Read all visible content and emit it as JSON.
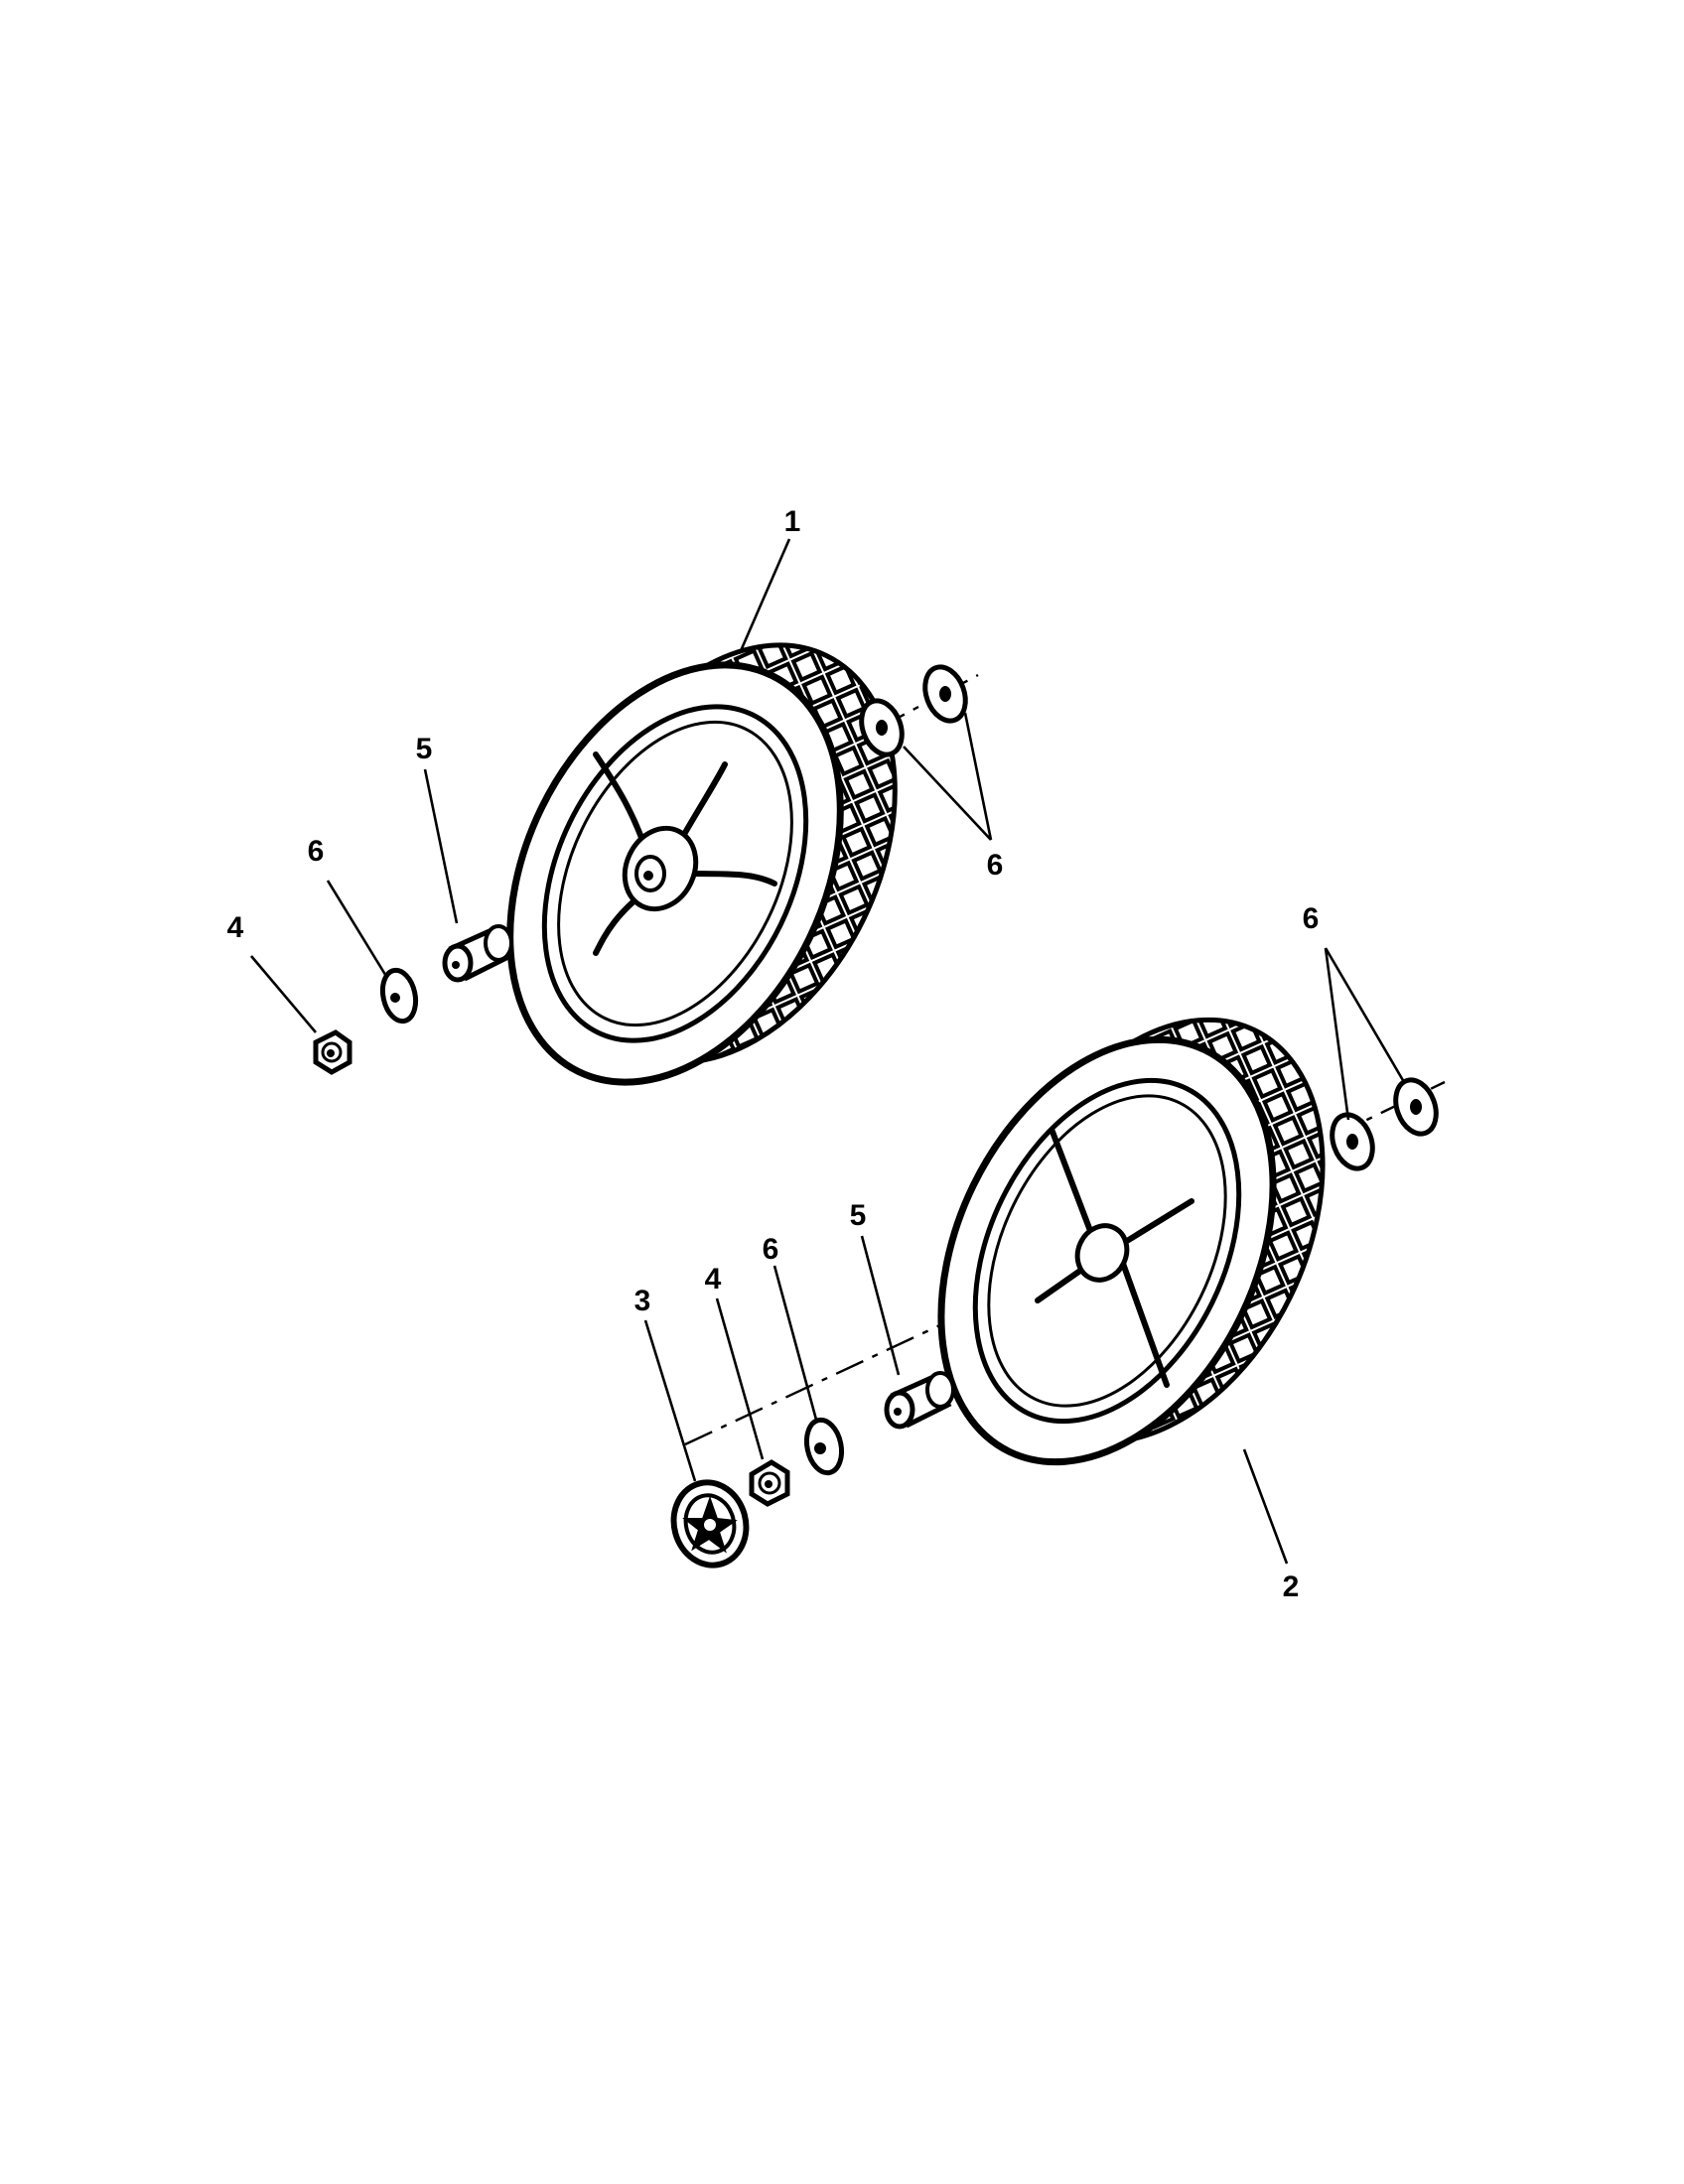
{
  "diagram": {
    "type": "exploded-parts-diagram",
    "ink_color": "#000000",
    "background_color": "#ffffff",
    "callouts": [
      {
        "id": "c1",
        "label": "1"
      },
      {
        "id": "c2",
        "label": "2"
      },
      {
        "id": "c3",
        "label": "3"
      },
      {
        "id": "c4a",
        "label": "4"
      },
      {
        "id": "c4b",
        "label": "4"
      },
      {
        "id": "c5a",
        "label": "5"
      },
      {
        "id": "c5b",
        "label": "5"
      },
      {
        "id": "c6a",
        "label": "6"
      },
      {
        "id": "c6b",
        "label": "6"
      },
      {
        "id": "c6c",
        "label": "6"
      },
      {
        "id": "c6d",
        "label": "6"
      }
    ],
    "parts": [
      {
        "id": "wheel-1",
        "callout": "1",
        "icon": "treaded-wheel-4-spoke-icon"
      },
      {
        "id": "wheel-2",
        "callout": "2",
        "icon": "treaded-wheel-4-spoke-icon"
      },
      {
        "id": "hub-cap",
        "callout": "3",
        "icon": "hub-cap-icon"
      },
      {
        "id": "nut",
        "callout": "4",
        "icon": "hex-nut-icon"
      },
      {
        "id": "bushing",
        "callout": "5",
        "icon": "bushing-icon"
      },
      {
        "id": "washer",
        "callout": "6",
        "icon": "flat-washer-icon"
      }
    ]
  }
}
